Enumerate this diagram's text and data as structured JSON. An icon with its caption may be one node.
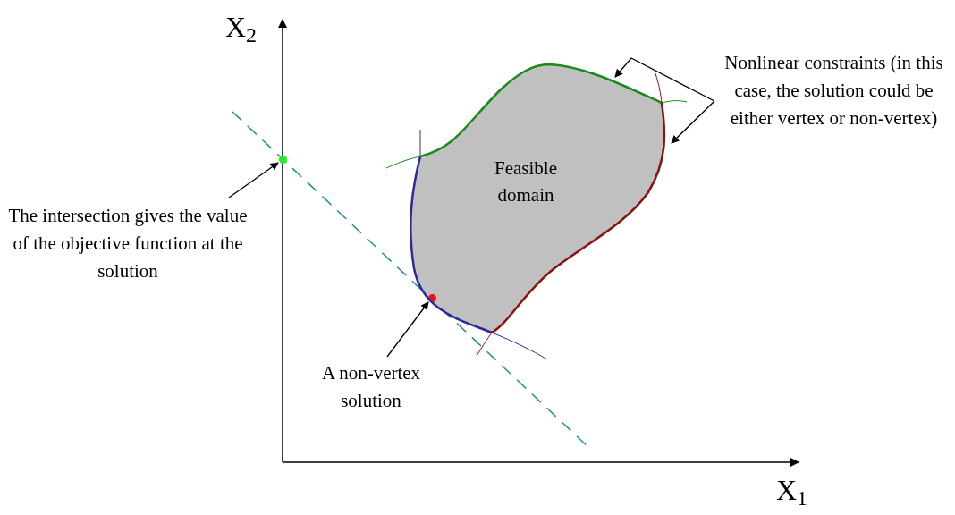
{
  "diagram": {
    "nodes": [
      {
        "text": [
          "Nonlinear constraints (in this case, the solution could be either vertex or non-vertex)"
        ]
      },
      {
        "text": [
          "Feasible domain"
        ]
      },
      {
        "text": [
          "The intersection gives the value of the objective function at the solution"
        ]
      },
      {
        "text": [],
        "shape": "circle"
      },
      {
        "text": [
          "A non-vertex solution"
        ]
      },
      {
        "text": [],
        "shape": "circle",
        "in": 1
      }
    ],
    "edges": [
      {
        "from": 0,
        "to": 1,
        "arrow": "to"
      },
      {
        "from": 0,
        "to": 1,
        "arrow": "to"
      },
      {
        "from": 2,
        "to": 3,
        "arrow": "to"
      },
      {
        "from": 4,
        "to": 5,
        "arrow": "to"
      }
    ],
    "labels": [
      "X$_{2}$",
      "X$_{1}$"
    ]
  }
}
